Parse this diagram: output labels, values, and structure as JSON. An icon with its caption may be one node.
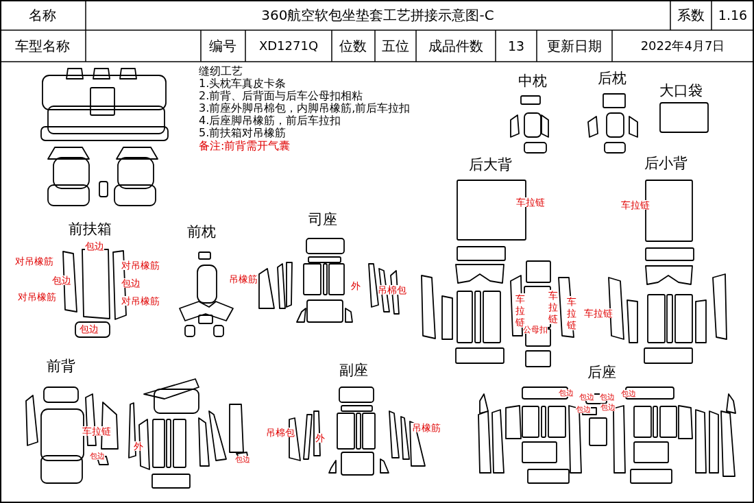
{
  "diagram": {
    "title": "360航空软包坐垫套工艺拼接示意图-C",
    "labels": [
      "名称",
      "系数",
      "1.16",
      "车型名称",
      "编号",
      "XD1271Q",
      "位数",
      "五位",
      "成品件数",
      "13",
      "更新日期",
      "2022年4月7日",
      "缝纫工艺",
      "1.头枕车真皮卡条",
      "2.前背、后背面与后车公母扣相粘",
      "3.前座外脚吊棉包，内脚吊橡筋,前后车拉扣",
      "4.后座脚吊橡筋，前后车拉扣",
      "5.前扶箱对吊橡筋",
      "备注:前背需开气囊",
      "中枕",
      "后枕",
      "大口袋",
      "后大背",
      "后小背",
      "车拉链",
      "车拉链",
      "前扶箱",
      "前枕",
      "司座",
      "包边",
      "对吊橡筋",
      "对吊橡筋",
      "包边",
      "包边",
      "吊橡筋",
      "外",
      "吊棉包",
      "对吊橡筋",
      "对吊橡筋",
      "车拉链",
      "车拉链",
      "车拉链",
      "车拉链",
      "包边",
      "公母扣",
      "前背",
      "副座",
      "后座",
      "包边",
      "包边",
      "包边",
      "包边",
      "包边",
      "包边",
      "车拉链",
      "吊棉包",
      "外",
      "吊橡筋",
      "外",
      "包边",
      "包边"
    ]
  }
}
